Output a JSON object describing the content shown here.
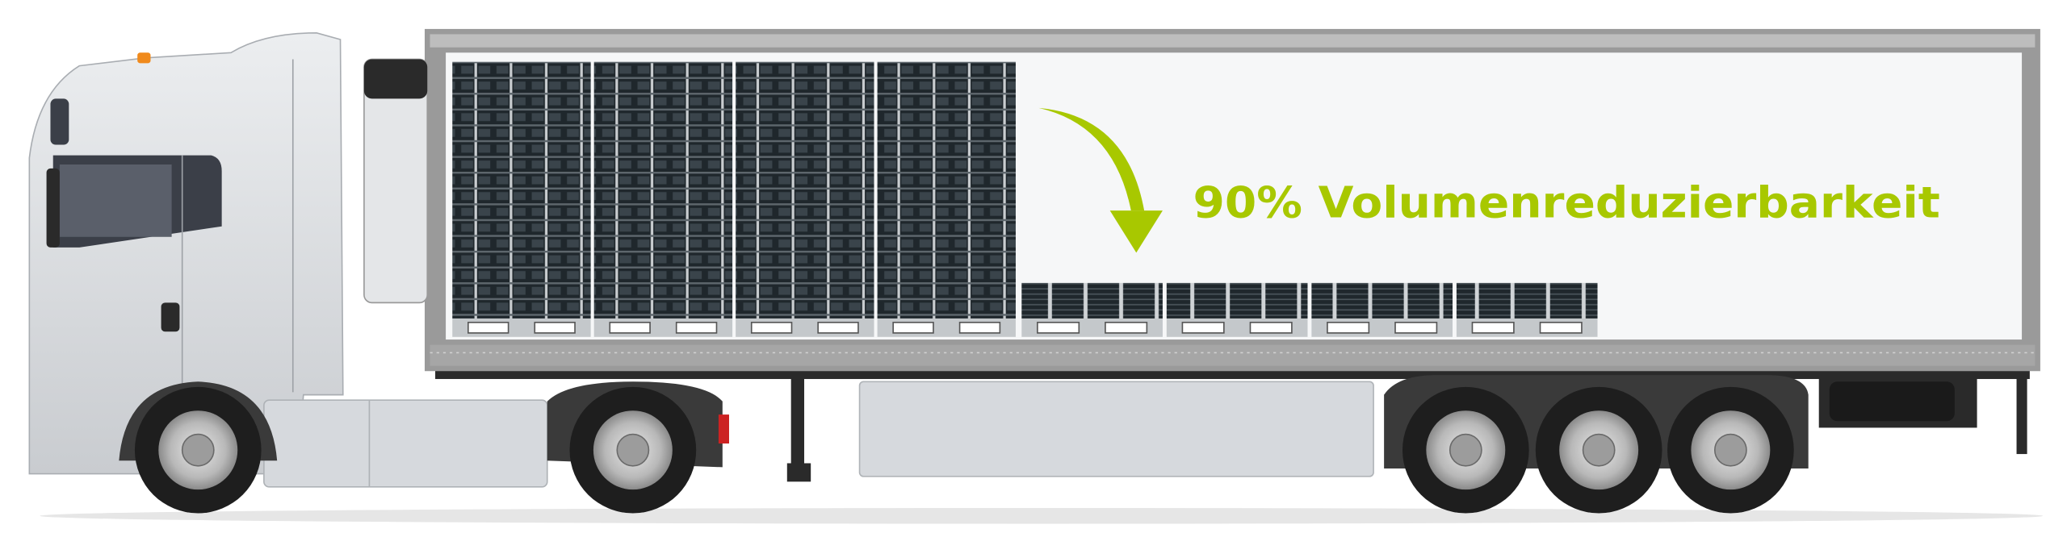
{
  "headline": "90% Volumenreduzierbarkeit",
  "colors": {
    "accent_green": "#a8c800",
    "crate_dark": "#1f272c",
    "trailer_frame": "#9a9a9a",
    "body_white": "#f6f7f8",
    "wheel_dark": "#1e1e1e"
  },
  "scene": {
    "stacked_crate_columns": 4,
    "collapsed_crate_groups": 4
  }
}
